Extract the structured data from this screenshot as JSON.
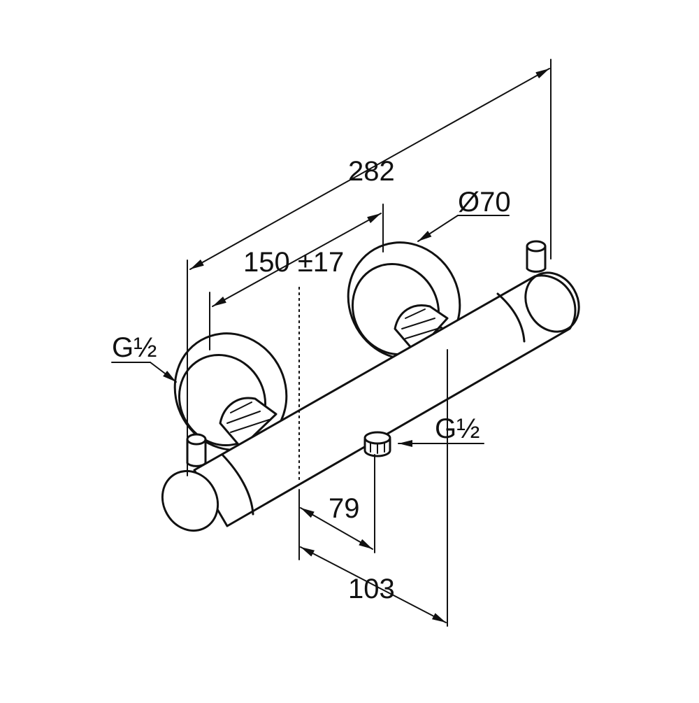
{
  "dimensions": {
    "overall_length": "282",
    "center_distance": "150 ±17",
    "rosette_diameter": "Ø70",
    "outlet_offset": "79",
    "projection": "103"
  },
  "threads": {
    "inlet": "G½",
    "outlet": "G½"
  }
}
